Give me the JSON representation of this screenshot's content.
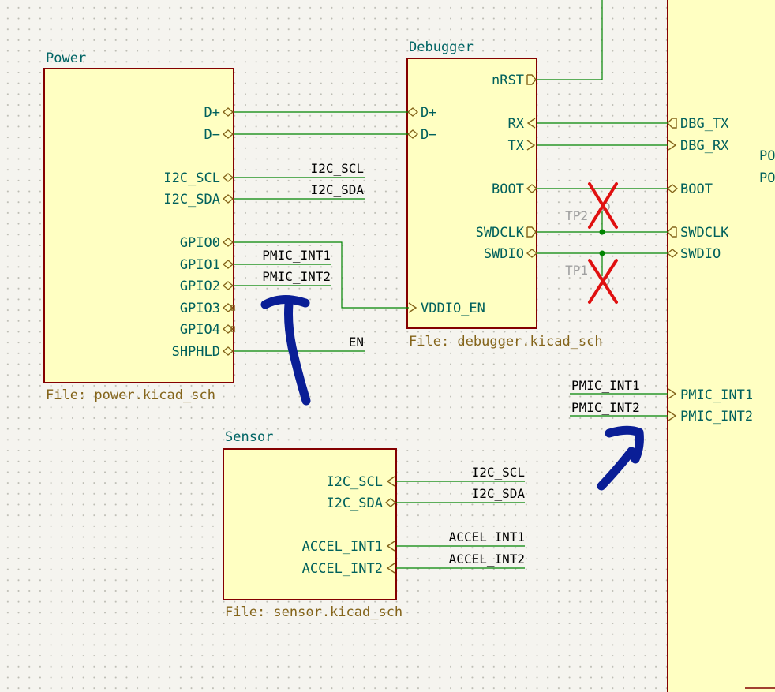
{
  "sheets": {
    "power": {
      "title": "Power",
      "file": "File: power.kicad_sch",
      "pins": [
        "D+",
        "D−",
        "I2C_SCL",
        "I2C_SDA",
        "GPIO0",
        "GPIO1",
        "GPIO2",
        "GPIO3",
        "GPIO4",
        "SHPHLD"
      ]
    },
    "debugger": {
      "title": "Debugger",
      "file": "File: debugger.kicad_sch",
      "left_pins": [
        "D+",
        "D−",
        "VDDIO_EN"
      ],
      "right_pins": [
        "nRST",
        "RX",
        "TX",
        "BOOT",
        "SWDCLK",
        "SWDIO"
      ]
    },
    "sensor": {
      "title": "Sensor",
      "file": "File: sensor.kicad_sch",
      "pins": [
        "I2C_SCL",
        "I2C_SDA",
        "ACCEL_INT1",
        "ACCEL_INT2"
      ]
    },
    "main": {
      "pins": [
        "DBG_TX",
        "DBG_RX",
        "BOOT",
        "SWDCLK",
        "SWDIO",
        "PMIC_INT1",
        "PMIC_INT2"
      ],
      "partial_labels": [
        "PO",
        "PO"
      ]
    }
  },
  "net_labels": {
    "power_scl": "I2C_SCL",
    "power_sda": "I2C_SDA",
    "power_int1": "PMIC_INT1",
    "power_int2": "PMIC_INT2",
    "power_en": "EN",
    "sensor_scl": "I2C_SCL",
    "sensor_sda": "I2C_SDA",
    "sensor_accel1": "ACCEL_INT1",
    "sensor_accel2": "ACCEL_INT2",
    "main_int1": "PMIC_INT1",
    "main_int2": "PMIC_INT2"
  },
  "test_points": [
    "TP2",
    "TP1"
  ],
  "annotations": [
    "hand-drawn-arrow-under-gpio",
    "hand-drawn-arrow-to-pmic-int"
  ],
  "colors": {
    "sheet_fill": "#ffffc2",
    "sheet_border": "#840000",
    "wire": "#008400",
    "pin_text": "#00605c",
    "file_text": "#84641a",
    "no_connect": "#e01010",
    "ink": "#0a1e96"
  }
}
